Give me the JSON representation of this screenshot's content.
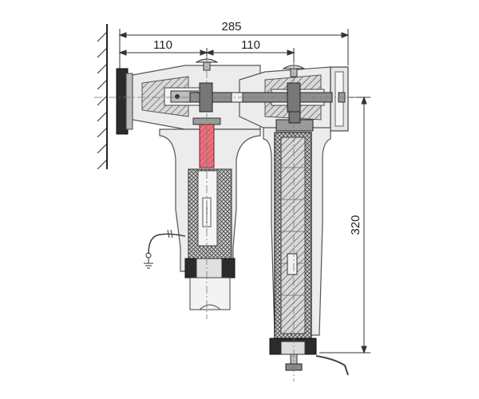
{
  "dimensions": {
    "overall": "285",
    "left_segment": "110",
    "right_segment": "110",
    "vertical": "320"
  },
  "colors": {
    "line": "#333333",
    "body_fill": "#ececec",
    "hatch": "#555555",
    "conductor": "#e05a6a",
    "dark_part": "#2b2b2b"
  },
  "icons": {
    "ground": "ground-symbol-icon",
    "wall": "wall-hatch-icon"
  }
}
